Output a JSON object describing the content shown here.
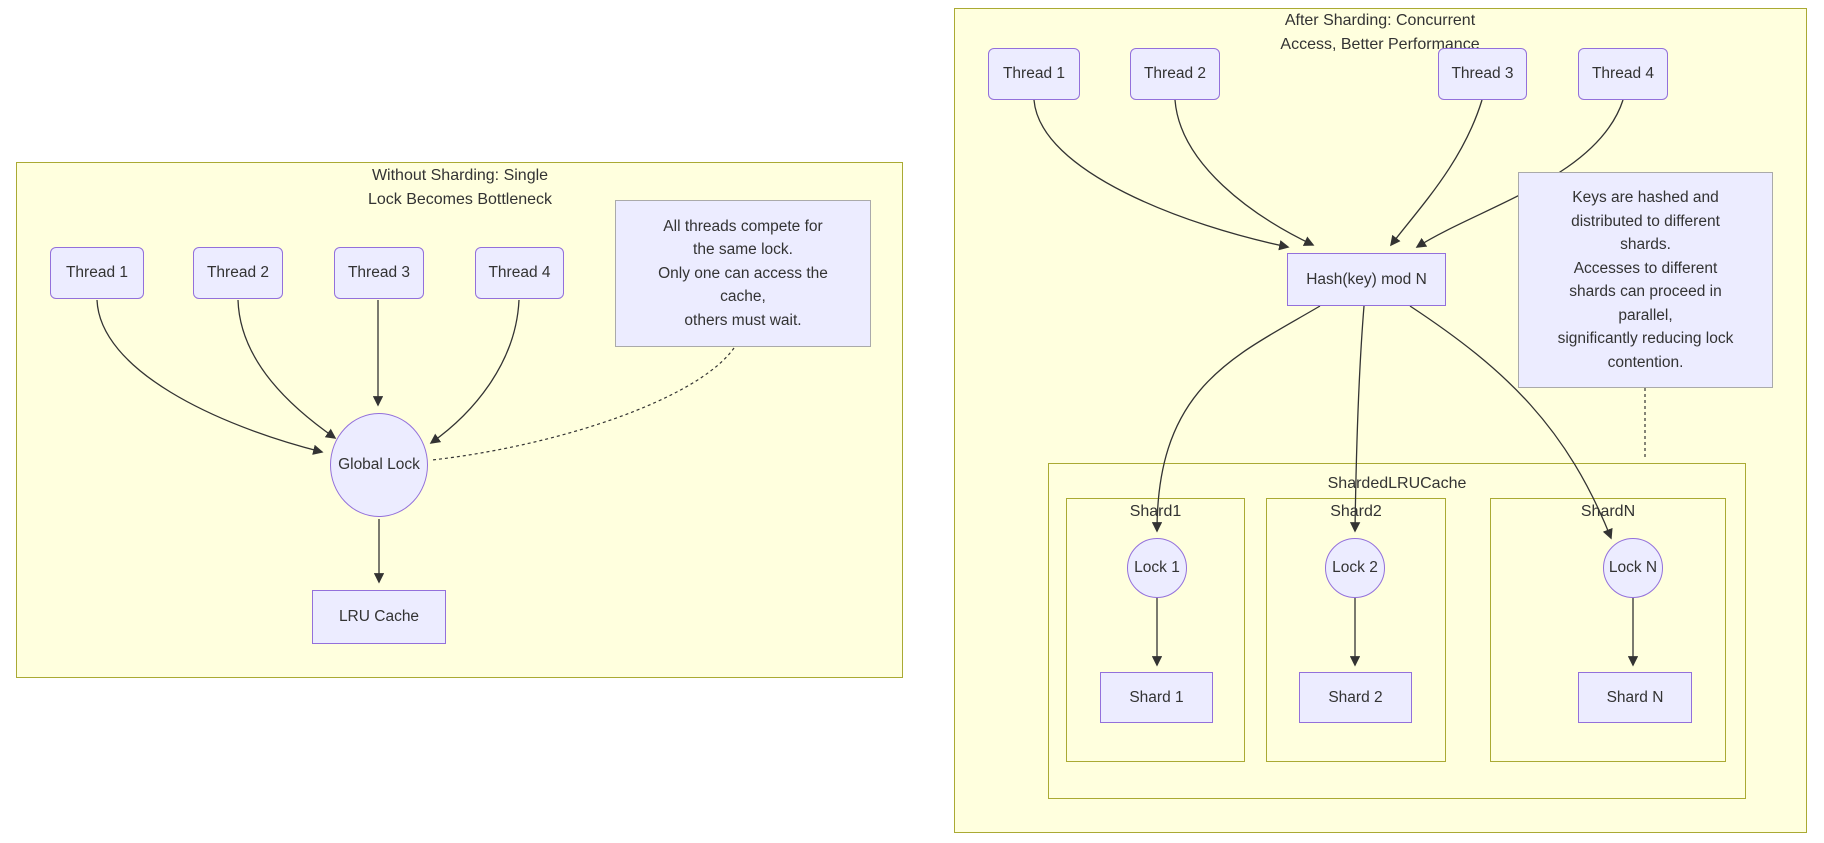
{
  "colors": {
    "cluster_fill": "#ffffde",
    "cluster_border": "#aaaa33",
    "node_fill": "#ECECFF",
    "node_border": "#9370db",
    "note_border": "#aaaaaa",
    "line": "#333333",
    "text": "#333333"
  },
  "left": {
    "title": [
      "Without Sharding: Single",
      "Lock Becomes Bottleneck"
    ],
    "threads": [
      "Thread 1",
      "Thread 2",
      "Thread 3",
      "Thread 4"
    ],
    "note_lines": [
      "All threads compete for",
      "the same lock.",
      "Only one can access the",
      "cache,",
      "others must wait."
    ],
    "lock_label": "Global Lock",
    "cache_label": "LRU Cache"
  },
  "right": {
    "title": [
      "After Sharding: Concurrent",
      "Access, Better Performance"
    ],
    "threads": [
      "Thread 1",
      "Thread 2",
      "Thread 3",
      "Thread 4"
    ],
    "hash_label": "Hash(key) mod N",
    "note_lines": [
      "Keys are hashed and",
      "distributed to different",
      "shards.",
      "Accesses to different",
      "shards can proceed in",
      "parallel,",
      "significantly reducing lock",
      "contention."
    ],
    "cluster_label": "ShardedLRUCache",
    "shards": [
      {
        "title": "Shard1",
        "lock": "Lock 1",
        "cache": "Shard 1"
      },
      {
        "title": "Shard2",
        "lock": "Lock 2",
        "cache": "Shard 2"
      },
      {
        "title": "ShardN",
        "lock": "Lock N",
        "cache": "Shard N"
      }
    ]
  }
}
